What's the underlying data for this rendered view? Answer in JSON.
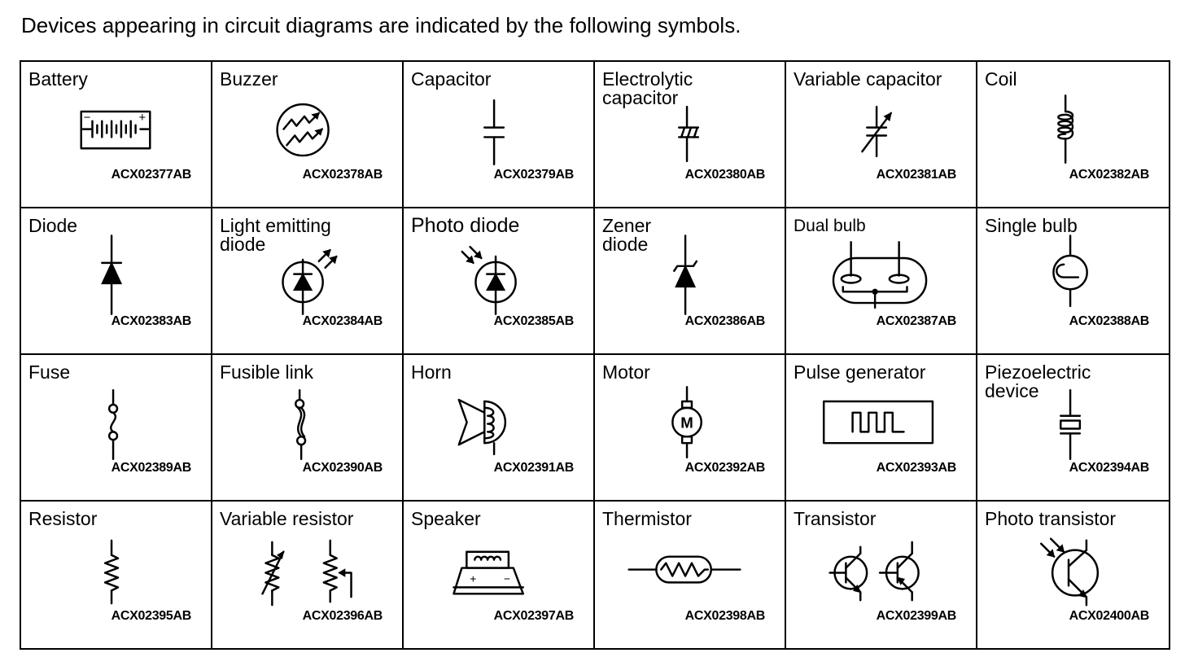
{
  "intro": "Devices appearing in circuit diagrams are indicated by the following symbols.",
  "devices": [
    {
      "name": "Battery",
      "code": "ACX02377AB",
      "icon": "battery-icon"
    },
    {
      "name": "Buzzer",
      "code": "ACX02378AB",
      "icon": "buzzer-icon"
    },
    {
      "name": "Capacitor",
      "code": "ACX02379AB",
      "icon": "capacitor-icon"
    },
    {
      "name": "Electrolytic capacitor",
      "code": "ACX02380AB",
      "icon": "electrolytic-capacitor-icon"
    },
    {
      "name": "Variable capacitor",
      "code": "ACX02381AB",
      "icon": "variable-capacitor-icon"
    },
    {
      "name": "Coil",
      "code": "ACX02382AB",
      "icon": "coil-icon"
    },
    {
      "name": "Diode",
      "code": "ACX02383AB",
      "icon": "diode-icon"
    },
    {
      "name": "Light emitting diode",
      "code": "ACX02384AB",
      "icon": "led-icon"
    },
    {
      "name": "Photo diode",
      "code": "ACX02385AB",
      "icon": "photo-diode-icon"
    },
    {
      "name": "Zener diode",
      "code": "ACX02386AB",
      "icon": "zener-diode-icon"
    },
    {
      "name": "Dual bulb",
      "code": "ACX02387AB",
      "icon": "dual-bulb-icon"
    },
    {
      "name": "Single bulb",
      "code": "ACX02388AB",
      "icon": "single-bulb-icon"
    },
    {
      "name": "Fuse",
      "code": "ACX02389AB",
      "icon": "fuse-icon"
    },
    {
      "name": "Fusible link",
      "code": "ACX02390AB",
      "icon": "fusible-link-icon"
    },
    {
      "name": "Horn",
      "code": "ACX02391AB",
      "icon": "horn-icon"
    },
    {
      "name": "Motor",
      "code": "ACX02392AB",
      "icon": "motor-icon"
    },
    {
      "name": "Pulse generator",
      "code": "ACX02393AB",
      "icon": "pulse-generator-icon"
    },
    {
      "name": "Piezoelectric device",
      "code": "ACX02394AB",
      "icon": "piezoelectric-device-icon"
    },
    {
      "name": "Resistor",
      "code": "ACX02395AB",
      "icon": "resistor-icon"
    },
    {
      "name": "Variable resistor",
      "code": "ACX02396AB",
      "icon": "variable-resistor-icon"
    },
    {
      "name": "Speaker",
      "code": "ACX02397AB",
      "icon": "speaker-icon"
    },
    {
      "name": "Thermistor",
      "code": "ACX02398AB",
      "icon": "thermistor-icon"
    },
    {
      "name": "Transistor",
      "code": "ACX02399AB",
      "icon": "transistor-icon"
    },
    {
      "name": "Photo transistor",
      "code": "ACX02400AB",
      "icon": "photo-transistor-icon"
    }
  ],
  "symbol_text": {
    "battery_minus": "−",
    "battery_plus": "+",
    "motor_letter": "M",
    "speaker_plus": "+",
    "speaker_minus": "−"
  }
}
